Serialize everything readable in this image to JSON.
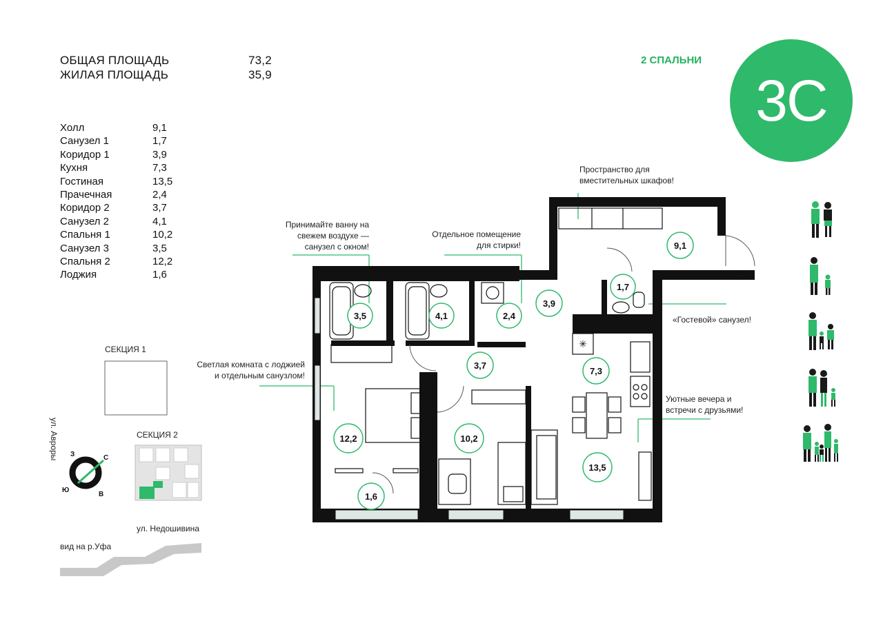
{
  "summary": {
    "total_label": "ОБЩАЯ ПЛОЩАДЬ",
    "total_value": "73,2",
    "living_label": "ЖИЛАЯ ПЛОЩАДЬ",
    "living_value": "35,9"
  },
  "bedrooms_label": "2 СПАЛЬНИ",
  "apartment_code": "3С",
  "rooms": [
    {
      "name": "Холл",
      "area": "9,1"
    },
    {
      "name": "Санузел 1",
      "area": "1,7"
    },
    {
      "name": "Коридор 1",
      "area": "3,9"
    },
    {
      "name": "Кухня",
      "area": "7,3"
    },
    {
      "name": "Гостиная",
      "area": "13,5"
    },
    {
      "name": "Прачечная",
      "area": "2,4"
    },
    {
      "name": "Коридор 2",
      "area": "3,7"
    },
    {
      "name": "Санузел 2",
      "area": "4,1"
    },
    {
      "name": "Спальня 1",
      "area": "10,2"
    },
    {
      "name": "Санузел 3",
      "area": "3,5"
    },
    {
      "name": "Спальня 2",
      "area": "12,2"
    },
    {
      "name": "Лоджия",
      "area": "1,6"
    }
  ],
  "callouts": {
    "wardrobe": "Пространство для вместительных шкафов!",
    "bath": "Принимайте ванну на свежем воздухе — санузел с окном!",
    "laundry": "Отдельное помещение для стирки!",
    "guest_wc": "«Гостевой» санузел!",
    "bright_room": "Светлая комната с лоджией и отдельным санузлом!",
    "cozy": "Уютные вечера и встречи с друзьями!"
  },
  "plan_labels": {
    "hall": "9,1",
    "wc1": "1,7",
    "corr1": "3,9",
    "bath3": "3,5",
    "bath2": "4,1",
    "laundry": "2,4",
    "corr2": "3,7",
    "kitchen": "7,3",
    "bed2": "12,2",
    "bed1": "10,2",
    "living": "13,5",
    "loggia": "1,6"
  },
  "site": {
    "section1": "СЕКЦИЯ 1",
    "section2": "СЕКЦИЯ 2",
    "street_aurora": "ул. Авроры",
    "street_nedoshivina": "ул. Недошивина",
    "river_view": "вид на р.Уфа",
    "compass": {
      "n": "С",
      "s": "Ю",
      "w": "З",
      "e": "В"
    }
  },
  "colors": {
    "accent": "#2fb96a",
    "wall": "#111111",
    "window": "#cfd8d8"
  },
  "icons": [
    "couple-figure-icon",
    "parent-child-figure-icon",
    "family-of-three-icon",
    "family-of-four-icon",
    "family-of-five-icon"
  ]
}
